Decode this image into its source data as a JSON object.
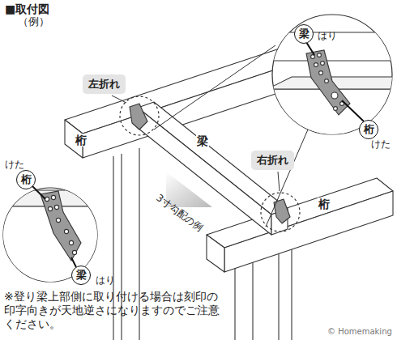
{
  "diagram": {
    "title": "■取付図",
    "nodes": [
      {
        "text": [
          "左折れ"
        ]
      },
      {
        "text": [
          "右折れ"
        ]
      },
      {
        "text": [
          "梁"
        ]
      },
      {
        "text": [
          "桁"
        ]
      },
      {
        "text": [
          "桁"
        ]
      },
      {
        "text": [
          "梁"
        ]
      }
    ],
    "labels": [
      "（例）",
      "桁",
      "梁",
      "3寸勾配の例",
      "桁",
      "はり",
      "けた",
      "けた",
      "はり",
      "※登り梁上部側に取り付ける場合は刻印の印字向きが天地逆さになりますのでご注意ください。",
      "© Homemaking"
    ]
  }
}
